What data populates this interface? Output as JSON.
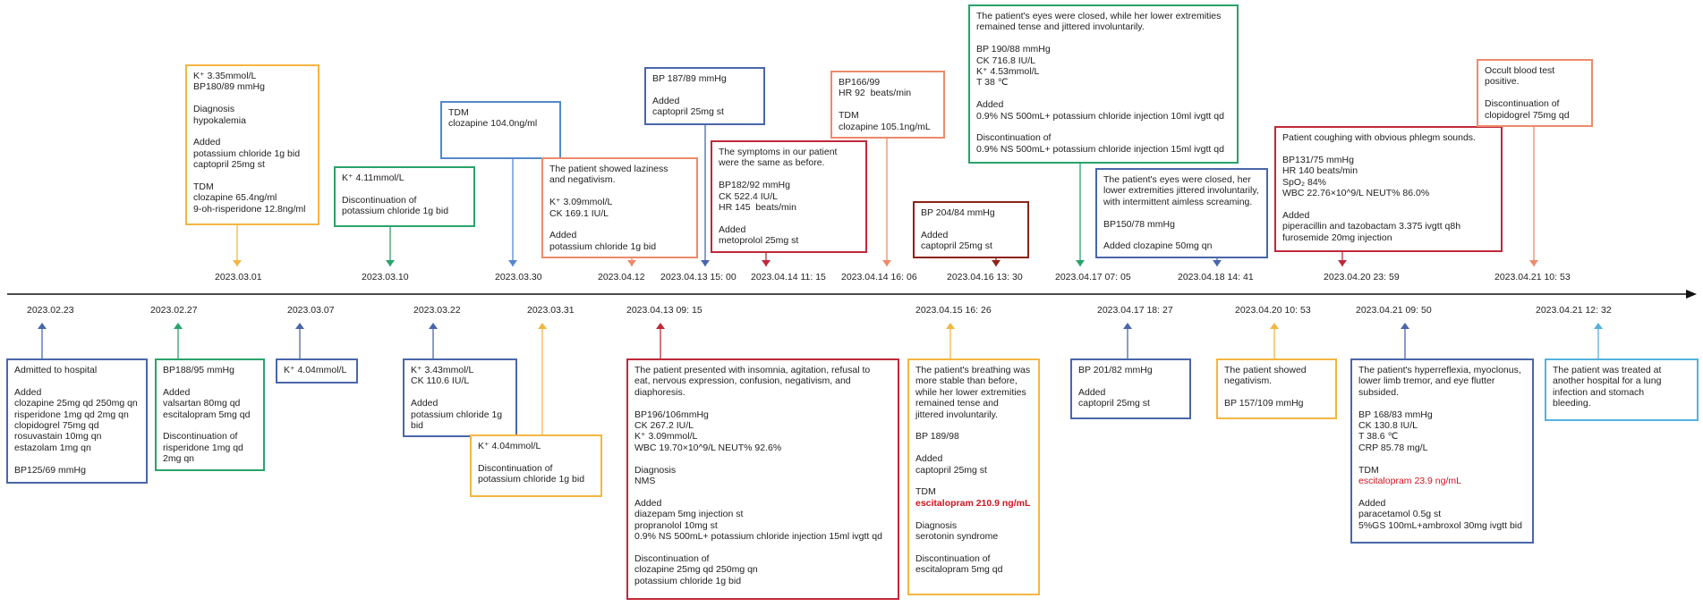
{
  "colors": {
    "orange": "#f4b642",
    "green": "#2aa36b",
    "blue": "#5588cc",
    "salmon": "#ee8a6a",
    "navy": "#4a66aa",
    "crimson": "#c0283a",
    "darkred": "#8e2318",
    "light_blue": "#55b2dc",
    "red": "#d2141e"
  },
  "timeline": {
    "top_dates": [
      "2023.03.01",
      "2023.03.10",
      "2023.03.30",
      "2023.04.12",
      "2023.04.13 15: 00",
      "2023.04.14 11: 15",
      "2023.04.14 16: 06",
      "2023.04.16 13: 30",
      "2023.04.17 07: 05",
      "2023.04.18 14: 41",
      "2023.04.20 23: 59",
      "2023.04.21 10: 53"
    ],
    "bottom_dates": [
      "2023.02.23",
      "2023.02.27",
      "2023.03.07",
      "2023.03.22",
      "2023.03.31",
      "2023.04.13 09: 15",
      "2023.04.15 16: 26",
      "2023.04.17 18: 27",
      "2023.04.20 10: 53",
      "2023.04.21 09: 50",
      "2023.04.21 12: 32"
    ]
  },
  "top_events": [
    {
      "lines": [
        "K⁺ 3.35mmol/L",
        "BP180/89 mmHg",
        "",
        "Diagnosis",
        "hypokalemia",
        "",
        "Added",
        "potassium chloride 1g bid",
        "captopril 25mg st",
        "",
        "TDM",
        "clozapine 65.4ng/ml",
        "9-oh-risperidone 12.8ng/ml"
      ],
      "color": "orange"
    },
    {
      "lines": [
        "K⁺ 4.11mmol/L",
        "",
        "Discontinuation of",
        "potassium chloride 1g bid"
      ],
      "color": "green"
    },
    {
      "lines": [
        "TDM",
        "clozapine 104.0ng/ml"
      ],
      "color": "blue"
    },
    {
      "lines": [
        "The patient showed laziness",
        "and negativism.",
        "",
        "K⁺ 3.09mmol/L",
        "CK 169.1 IU/L",
        "",
        "Added",
        "potassium chloride 1g bid"
      ],
      "color": "salmon"
    },
    {
      "lines": [
        "BP 187/89 mmHg",
        "",
        "Added",
        "captopril 25mg st"
      ],
      "color": "navy"
    },
    {
      "lines": [
        "The symptoms in our patient",
        "were the same as before.",
        "",
        "BP182/92 mmHg",
        "CK 522.4 IU/L",
        "HR 145  beats/min",
        "",
        "Added",
        "metoprolol 25mg st"
      ],
      "color": "crimson"
    },
    {
      "lines": [
        "BP166/99",
        "HR 92  beats/min",
        "",
        "TDM",
        "clozapine 105.1ng/mL"
      ],
      "color": "salmon"
    },
    {
      "lines": [
        "BP 204/84 mmHg",
        "",
        "Added",
        "captopril 25mg st"
      ],
      "color": "darkred"
    },
    {
      "lines": [
        "The patient's eyes were closed, while her lower extremities",
        "remained tense and jittered involuntarily.",
        "",
        "BP 190/88 mmHg",
        "CK 716.8 IU/L",
        "K⁺ 4.53mmol/L",
        "T 38 ℃",
        "",
        "Added",
        "0.9% NS 500mL+ potassium chloride injection 10ml ivgtt qd",
        "",
        "Discontinuation of",
        "0.9% NS 500mL+ potassium chloride injection 15ml ivgtt qd"
      ],
      "color": "green"
    },
    {
      "lines": [
        "The patient's eyes were closed, her",
        "lower extremities jittered involuntarily,",
        "with intermittent aimless screaming.",
        "",
        "BP150/78 mmHg",
        "",
        "Added clozapine 50mg qn"
      ],
      "color": "navy"
    },
    {
      "lines": [
        "Patient coughing with obvious phlegm sounds.",
        "",
        "BP131/75 mmHg",
        "HR 140 beats/min",
        "SpO₂ 84%",
        "WBC 22.76×10^9/L NEUT% 86.0%",
        "",
        "Added",
        "piperacillin and tazobactam 3.375 ivgtt q8h",
        "furosemide 20mg injection"
      ],
      "color": "crimson"
    },
    {
      "lines": [
        "Occult blood test positive.",
        "",
        "Discontinuation of",
        "clopidogrel 75mg qd"
      ],
      "color": "salmon"
    }
  ],
  "bottom_events": [
    {
      "lines": [
        "Admitted to hospital",
        "",
        "Added",
        "clozapine 25mg qd 250mg qn",
        "risperidone 1mg qd 2mg qn",
        "clopidogrel 75mg qd",
        "rosuvastain 10mg qn",
        "estazolam 1mg qn",
        "",
        "BP125/69 mmHg"
      ],
      "color": "navy"
    },
    {
      "lines": [
        "BP188/95 mmHg",
        "",
        "Added",
        "valsartan 80mg qd",
        "escitalopram 5mg qd",
        "",
        "Discontinuation of",
        "risperidone 1mg qd",
        "2mg qn"
      ],
      "color": "green"
    },
    {
      "lines": [
        "K⁺ 4.04mmol/L"
      ],
      "color": "navy"
    },
    {
      "lines": [
        "K⁺ 3.43mmol/L",
        "CK 110.6 IU/L",
        "",
        "Added",
        "potassium chloride 1g bid"
      ],
      "color": "navy"
    },
    {
      "lines": [
        "K⁺ 4.04mmol/L",
        "",
        "Discontinuation of",
        "potassium chloride 1g bid"
      ],
      "color": "orange"
    },
    {
      "lines": [
        "The patient presented with insomnia, agitation, refusal to",
        "eat, nervous expression, confusion, negativism, and",
        "diaphoresis.",
        "",
        "BP196/106mmHg",
        "CK 267.2 IU/L",
        "K⁺ 3.09mmol/L",
        "WBC 19.70×10^9/L NEUT% 92.6%",
        "",
        "Diagnosis",
        "NMS",
        "",
        "Added",
        "diazepam 5mg injection st",
        "propranolol 10mg st",
        "0.9% NS 500mL+ potassium chloride injection 15ml ivgtt qd",
        "",
        "Discontinuation of",
        "clozapine 25mg qd 250mg qn",
        "potassium chloride 1g bid"
      ],
      "color": "crimson"
    },
    {
      "lines": [
        "The patient's breathing was",
        "more stable than before,",
        "while her lower extremities",
        "remained tense and",
        "jittered involuntarily.",
        "",
        "BP 189/98",
        "",
        "Added",
        "captopril 25mg st",
        "",
        "TDM",
        "escitalopram 210.9 ng/mL",
        "",
        "Diagnosis",
        "serotonin syndrome",
        "",
        "Discontinuation of",
        "escitalopram 5mg qd"
      ],
      "color": "orange"
    },
    {
      "lines": [
        "BP 201/82 mmHg",
        "",
        "Added",
        "captopril 25mg st"
      ],
      "color": "navy"
    },
    {
      "lines": [
        "The patient showed",
        "negativism.",
        "",
        "BP 157/109 mmHg"
      ],
      "color": "orange"
    },
    {
      "lines": [
        "The patient's hyperreflexia, myoclonus,",
        "lower limb tremor, and eye flutter",
        "subsided.",
        "",
        "BP 168/83 mmHg",
        "CK 130.8 IU/L",
        "T 38.6 ℃",
        "CRP 85.78 mg/L",
        "",
        "TDM",
        "escitalopram 23.9 ng/mL",
        "",
        "Added",
        "paracetamol 0.5g st",
        "5%GS 100mL+ambroxol 30mg ivgtt bid"
      ],
      "color": "navy"
    },
    {
      "lines": [
        "The patient was treated at",
        "another hospital for a lung",
        "infection and stomach",
        "bleeding."
      ],
      "color": "light_blue"
    }
  ],
  "highlights": [
    {
      "event": "bottom_events.6",
      "line": 12,
      "style": "bold-red"
    },
    {
      "event": "bottom_events.9",
      "line": 10,
      "style": "red"
    }
  ]
}
